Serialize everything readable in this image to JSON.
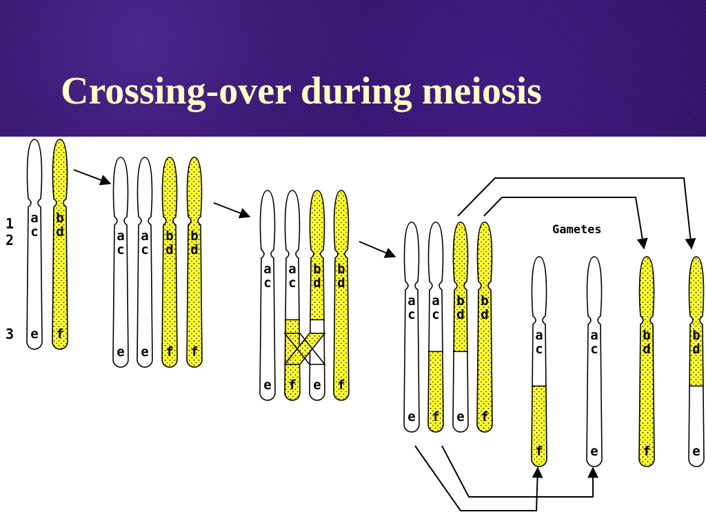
{
  "title": "Crossing-over during meiosis",
  "gametes_label": "Gametes",
  "row_labels": [
    "1",
    "2",
    "3"
  ],
  "colors": {
    "header_bg": "#341468",
    "title": "#ffffc8",
    "maternal": "#ffff33",
    "paternal": "#ffffff"
  },
  "stages": [
    {
      "chromosomes": [
        {
          "l1": "a",
          "l2": "c",
          "l3": "e",
          "top": "white",
          "bottom": "white",
          "split": "none"
        },
        {
          "l1": "b",
          "l2": "d",
          "l3": "f",
          "top": "yellow",
          "bottom": "yellow",
          "split": "none"
        }
      ]
    },
    {
      "chromosomes": [
        {
          "l1": "a",
          "l2": "c",
          "l3": "e",
          "top": "white",
          "bottom": "white",
          "split": "none"
        },
        {
          "l1": "a",
          "l2": "c",
          "l3": "e",
          "top": "white",
          "bottom": "white",
          "split": "none"
        },
        {
          "l1": "b",
          "l2": "d",
          "l3": "f",
          "top": "yellow",
          "bottom": "yellow",
          "split": "none"
        },
        {
          "l1": "b",
          "l2": "d",
          "l3": "f",
          "top": "yellow",
          "bottom": "yellow",
          "split": "none"
        }
      ]
    },
    {
      "chromosomes": [
        {
          "l1": "a",
          "l2": "c",
          "l3": "e",
          "top": "white",
          "bottom": "white",
          "split": "none"
        },
        {
          "l1": "a",
          "l2": "c",
          "l3": "f",
          "top": "white",
          "bottom": "yellow",
          "split": "cross"
        },
        {
          "l1": "b",
          "l2": "d",
          "l3": "e",
          "top": "yellow",
          "bottom": "white",
          "split": "cross"
        },
        {
          "l1": "b",
          "l2": "d",
          "l3": "f",
          "top": "yellow",
          "bottom": "yellow",
          "split": "none"
        }
      ]
    },
    {
      "chromosomes": [
        {
          "l1": "a",
          "l2": "c",
          "l3": "e",
          "top": "white",
          "bottom": "white",
          "split": "none"
        },
        {
          "l1": "a",
          "l2": "c",
          "l3": "f",
          "top": "white",
          "bottom": "yellow",
          "split": "mid"
        },
        {
          "l1": "b",
          "l2": "d",
          "l3": "e",
          "top": "yellow",
          "bottom": "white",
          "split": "mid"
        },
        {
          "l1": "b",
          "l2": "d",
          "l3": "f",
          "top": "yellow",
          "bottom": "yellow",
          "split": "none"
        }
      ]
    }
  ],
  "gametes": [
    {
      "l1": "a",
      "l2": "c",
      "l3": "f",
      "top": "white",
      "bottom": "yellow",
      "split": "mid"
    },
    {
      "l1": "a",
      "l2": "c",
      "l3": "e",
      "top": "white",
      "bottom": "white",
      "split": "none"
    },
    {
      "l1": "b",
      "l2": "d",
      "l3": "f",
      "top": "yellow",
      "bottom": "yellow",
      "split": "none"
    },
    {
      "l1": "b",
      "l2": "d",
      "l3": "e",
      "top": "yellow",
      "bottom": "white",
      "split": "mid"
    }
  ]
}
